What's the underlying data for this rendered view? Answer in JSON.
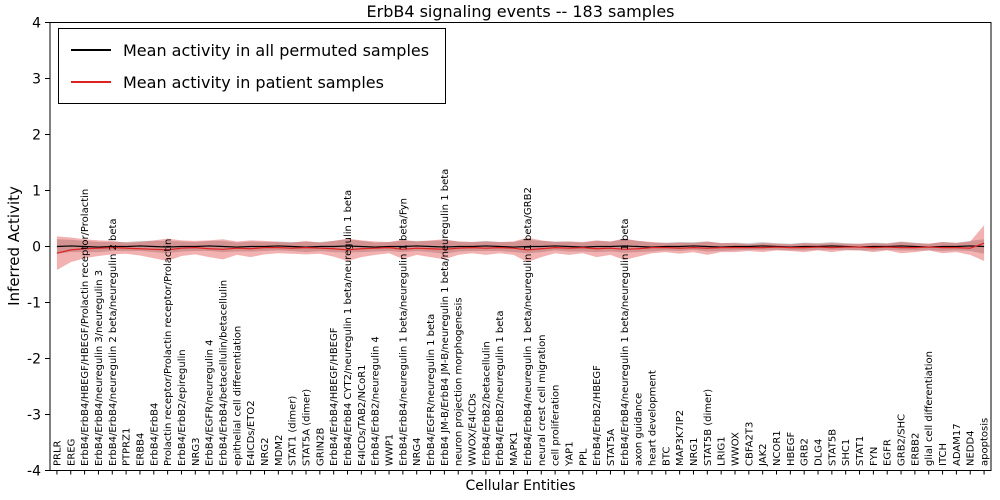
{
  "title": "ErbB4 signaling events -- 183 samples",
  "chart_data": {
    "type": "line",
    "title": "ErbB4 signaling events -- 183 samples",
    "xlabel": "Cellular Entities",
    "ylabel": "Inferred Activity",
    "ylim": [
      -4,
      4
    ],
    "yticks": [
      -4,
      -3,
      -2,
      -1,
      0,
      1,
      2,
      3,
      4
    ],
    "grid": false,
    "legend_position": "upper left",
    "colors": {
      "permuted_line": "#000000",
      "patient_line": "#dd2222",
      "permuted_band": "rgba(100,100,100,0.30)",
      "patient_band": "rgba(221,34,34,0.35)"
    },
    "categories": [
      "PRLR",
      "EREG",
      "ErbB4/ErbB4/HBEGF/HBEGF/Prolactin receptor/Prolactin",
      "ErbB4/ErbB4/neuregulin 3/neuregulin 3",
      "ErbB4/ErbB4/neuregulin 2 beta/neuregulin 2 beta",
      "PTPRZ1",
      "ERBB4",
      "ErbB4/ErbB4",
      "Prolactin receptor/Prolactin receptor/Prolactin",
      "ErbB4/ErbB2/epiregulin",
      "NRG3",
      "ErbB4/EGFR/neuregulin 4",
      "ErbB4/ErbB4/betacellulin/betacellulin",
      "epithelial cell differentiation",
      "E4ICDs/ETO2",
      "NRG2",
      "MDM2",
      "STAT1 (dimer)",
      "STAT5A (dimer)",
      "GRIN2B",
      "ErbB4/ErbB4/HBEGF/HBEGF",
      "ErbB4/ErbB4 CYT2/neuregulin 1 beta/neuregulin 1 beta",
      "E4ICDs/TAB2/NCoR1",
      "ErbB4/ErbB2/neuregulin 4",
      "WWP1",
      "ErbB4/ErbB4/neuregulin 1 beta/neuregulin 1 beta/Fyn",
      "NRG4",
      "ErbB4/EGFR/neuregulin 1 beta",
      "ErbB4 JM-B/ErbB4 JM-B/neuregulin 1 beta/neuregulin 1 beta",
      "neuron projection morphogenesis",
      "WWOX/E4ICDs",
      "ErbB4/ErbB2/betacellulin",
      "ErbB4/ErbB2/neuregulin 1 beta",
      "MAPK1",
      "ErbB4/ErbB4/neuregulin 1 beta/neuregulin 1 beta/GRB2",
      "neural crest cell migration",
      "cell proliferation",
      "YAP1",
      "PPL",
      "ErbB4/ErbB2/HBEGF",
      "STAT5A",
      "ErbB4/ErbB4/neuregulin 1 beta/neuregulin 1 beta",
      "axon guidance",
      "heart development",
      "BTC",
      "MAP3K7IP2",
      "NRG1",
      "STAT5B (dimer)",
      "LRIG1",
      "WWOX",
      "CBFA2T3",
      "JAK2",
      "NCOR1",
      "HBEGF",
      "GRB2",
      "DLG4",
      "STAT5B",
      "SHC1",
      "STAT1",
      "FYN",
      "EGFR",
      "GRB2/SHC",
      "ERBB2",
      "glial cell differentiation",
      "ITCH",
      "ADAM17",
      "NEDD4",
      "apoptosis"
    ],
    "series": [
      {
        "key": "permuted",
        "name": "Mean activity in all permuted samples",
        "color": "#000000",
        "band_fill": "rgba(100,100,100,0.30)",
        "values": [
          0,
          0.01,
          0,
          -0.01,
          0,
          0,
          0.01,
          0,
          -0.01,
          0,
          0,
          0.01,
          0,
          -0.01,
          0,
          0,
          0.01,
          0,
          -0.01,
          0,
          0,
          0.01,
          0,
          -0.01,
          0,
          0,
          0.01,
          0,
          -0.01,
          0,
          0,
          0.01,
          0,
          -0.01,
          0,
          0,
          0.01,
          0,
          -0.01,
          0,
          0,
          0.01,
          0,
          -0.01,
          0,
          0,
          0.01,
          0,
          -0.01,
          0,
          0,
          0.01,
          0,
          -0.01,
          0,
          0,
          0.01,
          0,
          -0.01,
          0,
          0,
          0.01,
          0,
          -0.01,
          0,
          0,
          0.01,
          0
        ],
        "band": [
          0.13,
          0.11,
          0.1,
          0.09,
          0.08,
          0.08,
          0.09,
          0.1,
          0.11,
          0.09,
          0.08,
          0.09,
          0.1,
          0.08,
          0.09,
          0.08,
          0.08,
          0.08,
          0.09,
          0.08,
          0.1,
          0.12,
          0.1,
          0.08,
          0.08,
          0.1,
          0.09,
          0.1,
          0.12,
          0.09,
          0.08,
          0.09,
          0.08,
          0.09,
          0.12,
          0.1,
          0.08,
          0.09,
          0.08,
          0.1,
          0.09,
          0.12,
          0.1,
          0.08,
          0.07,
          0.08,
          0.07,
          0.09,
          0.07,
          0.07,
          0.06,
          0.07,
          0.06,
          0.06,
          0.07,
          0.06,
          0.07,
          0.06,
          0.06,
          0.07,
          0.06,
          0.08,
          0.07,
          0.06,
          0.08,
          0.07,
          0.09,
          0.13
        ]
      },
      {
        "key": "patient",
        "name": "Mean activity in patient samples",
        "color": "#dd2222",
        "band_fill": "rgba(221,34,34,0.35)",
        "values": [
          -0.12,
          -0.06,
          -0.04,
          -0.03,
          -0.02,
          -0.03,
          -0.04,
          -0.05,
          -0.06,
          -0.03,
          -0.02,
          -0.04,
          -0.05,
          -0.03,
          -0.04,
          -0.02,
          -0.02,
          -0.03,
          -0.02,
          -0.03,
          -0.04,
          -0.06,
          -0.04,
          -0.03,
          -0.02,
          -0.05,
          -0.03,
          -0.04,
          -0.05,
          -0.03,
          -0.02,
          -0.03,
          -0.02,
          -0.03,
          -0.06,
          -0.04,
          -0.02,
          -0.03,
          -0.02,
          -0.04,
          -0.03,
          -0.05,
          -0.04,
          -0.02,
          -0.02,
          -0.03,
          -0.02,
          -0.03,
          -0.02,
          -0.02,
          -0.02,
          -0.02,
          -0.01,
          -0.02,
          -0.02,
          -0.01,
          -0.02,
          -0.01,
          -0.01,
          -0.02,
          -0.01,
          -0.02,
          -0.02,
          -0.01,
          -0.02,
          -0.02,
          -0.03,
          0.06
        ],
        "band": [
          0.3,
          0.22,
          0.17,
          0.14,
          0.12,
          0.1,
          0.12,
          0.16,
          0.2,
          0.14,
          0.12,
          0.15,
          0.18,
          0.12,
          0.15,
          0.12,
          0.1,
          0.1,
          0.12,
          0.1,
          0.14,
          0.2,
          0.15,
          0.12,
          0.1,
          0.17,
          0.12,
          0.15,
          0.18,
          0.12,
          0.1,
          0.12,
          0.1,
          0.12,
          0.22,
          0.15,
          0.1,
          0.12,
          0.1,
          0.15,
          0.12,
          0.19,
          0.14,
          0.1,
          0.08,
          0.1,
          0.08,
          0.12,
          0.08,
          0.08,
          0.06,
          0.08,
          0.06,
          0.06,
          0.08,
          0.06,
          0.08,
          0.06,
          0.06,
          0.08,
          0.06,
          0.1,
          0.08,
          0.06,
          0.1,
          0.08,
          0.12,
          0.32
        ]
      }
    ]
  }
}
